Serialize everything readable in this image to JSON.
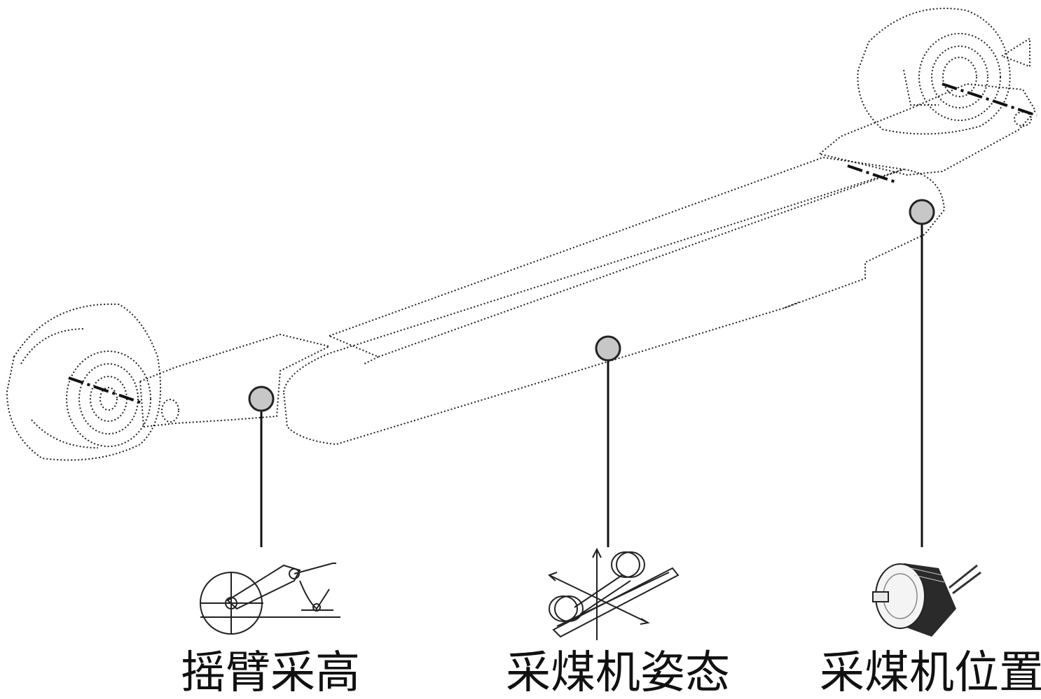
{
  "diagram": {
    "sensors": [
      {
        "label": "摇臂采高",
        "icon": "rocker-arm-angle-sensor-icon"
      },
      {
        "label": "采煤机姿态",
        "icon": "inclinometer-attitude-icon"
      },
      {
        "label": "采煤机位置",
        "icon": "rotary-encoder-icon"
      }
    ],
    "colors": {
      "line": "#111111",
      "marker_fill": "#c7c7c7",
      "marker_stroke": "#222222",
      "background": "#ffffff"
    }
  }
}
